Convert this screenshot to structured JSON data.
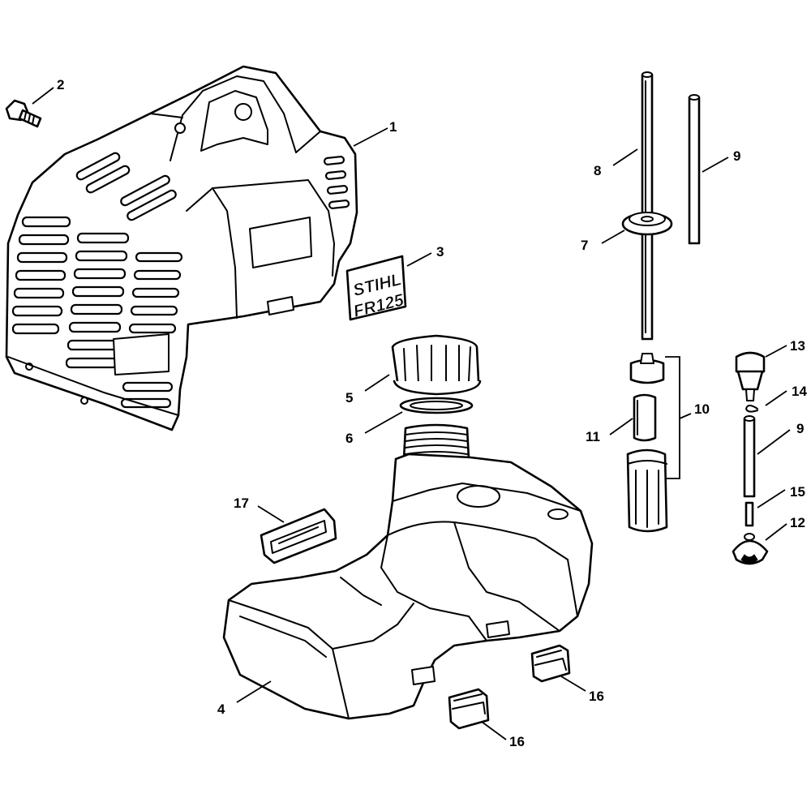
{
  "diagram": {
    "parts": {
      "shroud": "1",
      "screw": "2",
      "label": "3",
      "fuel_tank": "4",
      "filler_cap": "5",
      "cap_seal": "6",
      "grommet": "7",
      "fuel_hose": "8",
      "breather_hose": "9",
      "pickup_body": "10",
      "filter_sleeve": "11",
      "breather_cone": "12",
      "breather_valve": "13",
      "retaining_ring": "14",
      "pin": "15",
      "rubber_foot_front": "16",
      "rubber_foot_rear": "16",
      "mount_buffer": "17",
      "breather_hose_short": "9",
      "pickup_bracket": "10"
    },
    "label_text": {
      "line1": "STIHL",
      "line2": "FR125"
    }
  }
}
